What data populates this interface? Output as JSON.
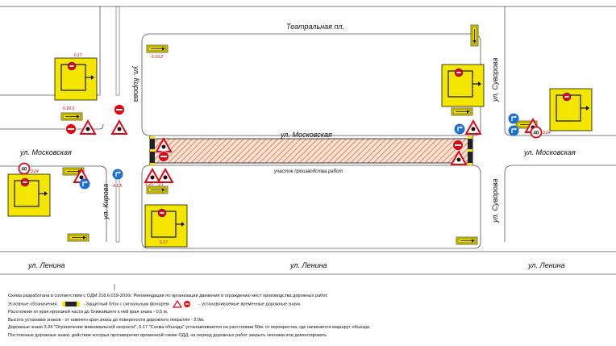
{
  "streets": {
    "teatralnaya": "Театральная пл.",
    "kirova_top": "ул. Кирова",
    "kirova_bottom": "ул. Кирова",
    "suvorova_top": "ул. Суворова",
    "suvorova_bottom": "ул. Суворова",
    "moskovskaya_left": "ул. Московская",
    "moskovskaya_center": "ул. Московская",
    "moskovskaya_right": "ул. Московская",
    "lenina_left": "ул. Ленина",
    "lenina_center": "ул. Ленина",
    "lenina_right": "ул. Ленина"
  },
  "work_zone_label": "участок производства работ",
  "sign_labels": {
    "s6_19_2": "6.19.2",
    "s6_17": "6.17",
    "s6_18_3": "6.18.3",
    "s4_1_5": "4.1.5",
    "s3_24": "3.24",
    "s1_25": "1.25",
    "s3_1": "3.1",
    "speed": "40"
  },
  "notes": {
    "line1": "Схема разработана в соответствии с ОДМ 218.6.019-2016г. Рекомендации по организации движения и ограждению мест производства дорожных работ.",
    "legend_label": "Условные обозначения:",
    "legend_item1": "- Защитный блок с сигнальным фонарем",
    "legend_item2": "- устанавливаемые временные дорожные знаки.",
    "line3": "Расстояние от края проезжей части до ближайшего к ней края знака - 0.5 м.",
    "line4": "Высота установки знаков -  от нижнего края знака до поверхности дорожного покрытия - 2.0м.",
    "line5": "Дорожные знаки 3.24 \"Ограничение максимальной скорости\", 6.17 \"Схема объезда\" устанавливаются на расстоянии 50м. от перекрестка, где начинается маршрут объезда",
    "line6": "Постоянные дорожные знаки, действие которых противоречит временной схеме ОДД, на период дорожных работ закрыть чехлами или демонтировать"
  },
  "colors": {
    "sign_yellow": "#f5e600",
    "sign_red": "#e30613",
    "sign_blue": "#1d6fd1",
    "hatch": "#e8643c"
  }
}
